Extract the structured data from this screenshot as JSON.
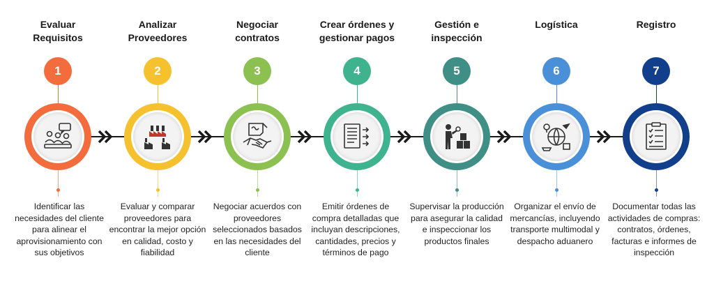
{
  "steps": [
    {
      "number": "1",
      "title_line1": "Evaluar",
      "title_line2": "Requisitos",
      "description": "Identificar las necesidades del cliente para alinear el aprovisionamiento con sus objetivos",
      "color": "#f26c3d",
      "icon": "meeting-icon"
    },
    {
      "number": "2",
      "title_line1": "Analizar",
      "title_line2": "Proveedores",
      "description": "Evaluar y comparar proveedores para encontrar la mejor opción en calidad, costo y fiabilidad",
      "color": "#f6c12f",
      "icon": "factory-icon"
    },
    {
      "number": "3",
      "title_line1": "Negociar",
      "title_line2": "contratos",
      "description": "Negociar acuerdos con proveedores seleccionados basados en las necesidades del cliente",
      "color": "#8cc152",
      "icon": "handshake-contract-icon"
    },
    {
      "number": "4",
      "title_line1": "Crear órdenes y",
      "title_line2": "gestionar pagos",
      "description": "Emitir órdenes de compra detalladas que incluyan descripciones, cantidades, precios y términos de pago",
      "color": "#3fb38d",
      "icon": "purchase-order-icon"
    },
    {
      "number": "5",
      "title_line1": "Gestión e",
      "title_line2": "inspección",
      "description": "Supervisar la producción para asegurar la calidad e inspeccionar los productos finales",
      "color": "#3f8f86",
      "icon": "inspector-boxes-icon"
    },
    {
      "number": "6",
      "title_line1": "Logística",
      "title_line2": "",
      "description": "Organizar el envío de mercancías, incluyendo transporte multimodal y despacho aduanero",
      "color": "#4a90d9",
      "icon": "globe-logistics-icon"
    },
    {
      "number": "7",
      "title_line1": "Registro",
      "title_line2": "",
      "description": "Documentar todas las actividades de compras: contratos, órdenes, facturas e informes de inspección",
      "color": "#123f8c",
      "icon": "checklist-icon"
    }
  ]
}
